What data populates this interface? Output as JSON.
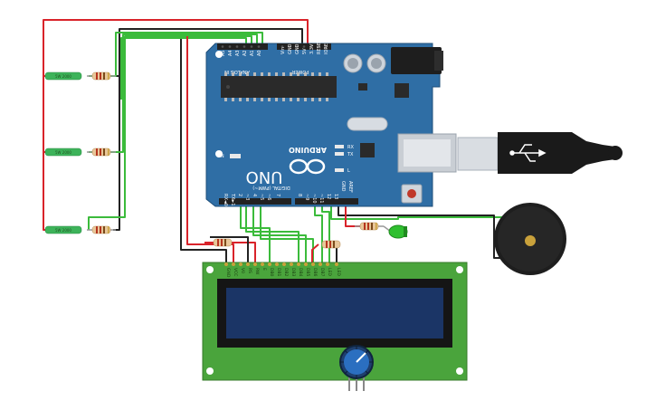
{
  "board": {
    "brand": "ARDUINO",
    "model": "UNO",
    "label_analog_in": "ANALOG IN",
    "label_power": "POWER",
    "label_digital": "DIGITAL (PWM~)",
    "label_on": "ON",
    "label_rx": "RX",
    "label_tx": "TX",
    "label_l": "L",
    "label_aref": "AREF",
    "label_gnd": "GND",
    "analog_pins": [
      "A5",
      "A4",
      "A3",
      "A2",
      "A1",
      "A0"
    ],
    "power_pins": [
      "Vin",
      "GND",
      "GND",
      "5V",
      "3.3V",
      "RESET",
      "IOREF"
    ],
    "digital_pins": [
      "RX◄0",
      "TX►1",
      "2",
      "~3",
      "4",
      "~5",
      "~6",
      "7",
      "8",
      "~9",
      "~10",
      "~11",
      "12",
      "13"
    ]
  },
  "sensors": {
    "flex_labels": [
      "5W 2000",
      "5W 2000",
      "5W 2000"
    ]
  },
  "lcd": {
    "pin_labels": [
      "GND",
      "VCC",
      "V0",
      "RS",
      "RW",
      "E",
      "DB0",
      "DB1",
      "DB2",
      "DB3",
      "DB4",
      "DB5",
      "DB6",
      "DB7",
      "LED",
      "LED"
    ]
  },
  "colors": {
    "board": "#2f6ea5",
    "wire_red": "#d9232a",
    "wire_black": "#222222",
    "wire_green": "#3bbb3b",
    "lcd_pcb": "#4aa43c",
    "lcd_screen": "#1b3566",
    "led": "#2fbf2f"
  }
}
